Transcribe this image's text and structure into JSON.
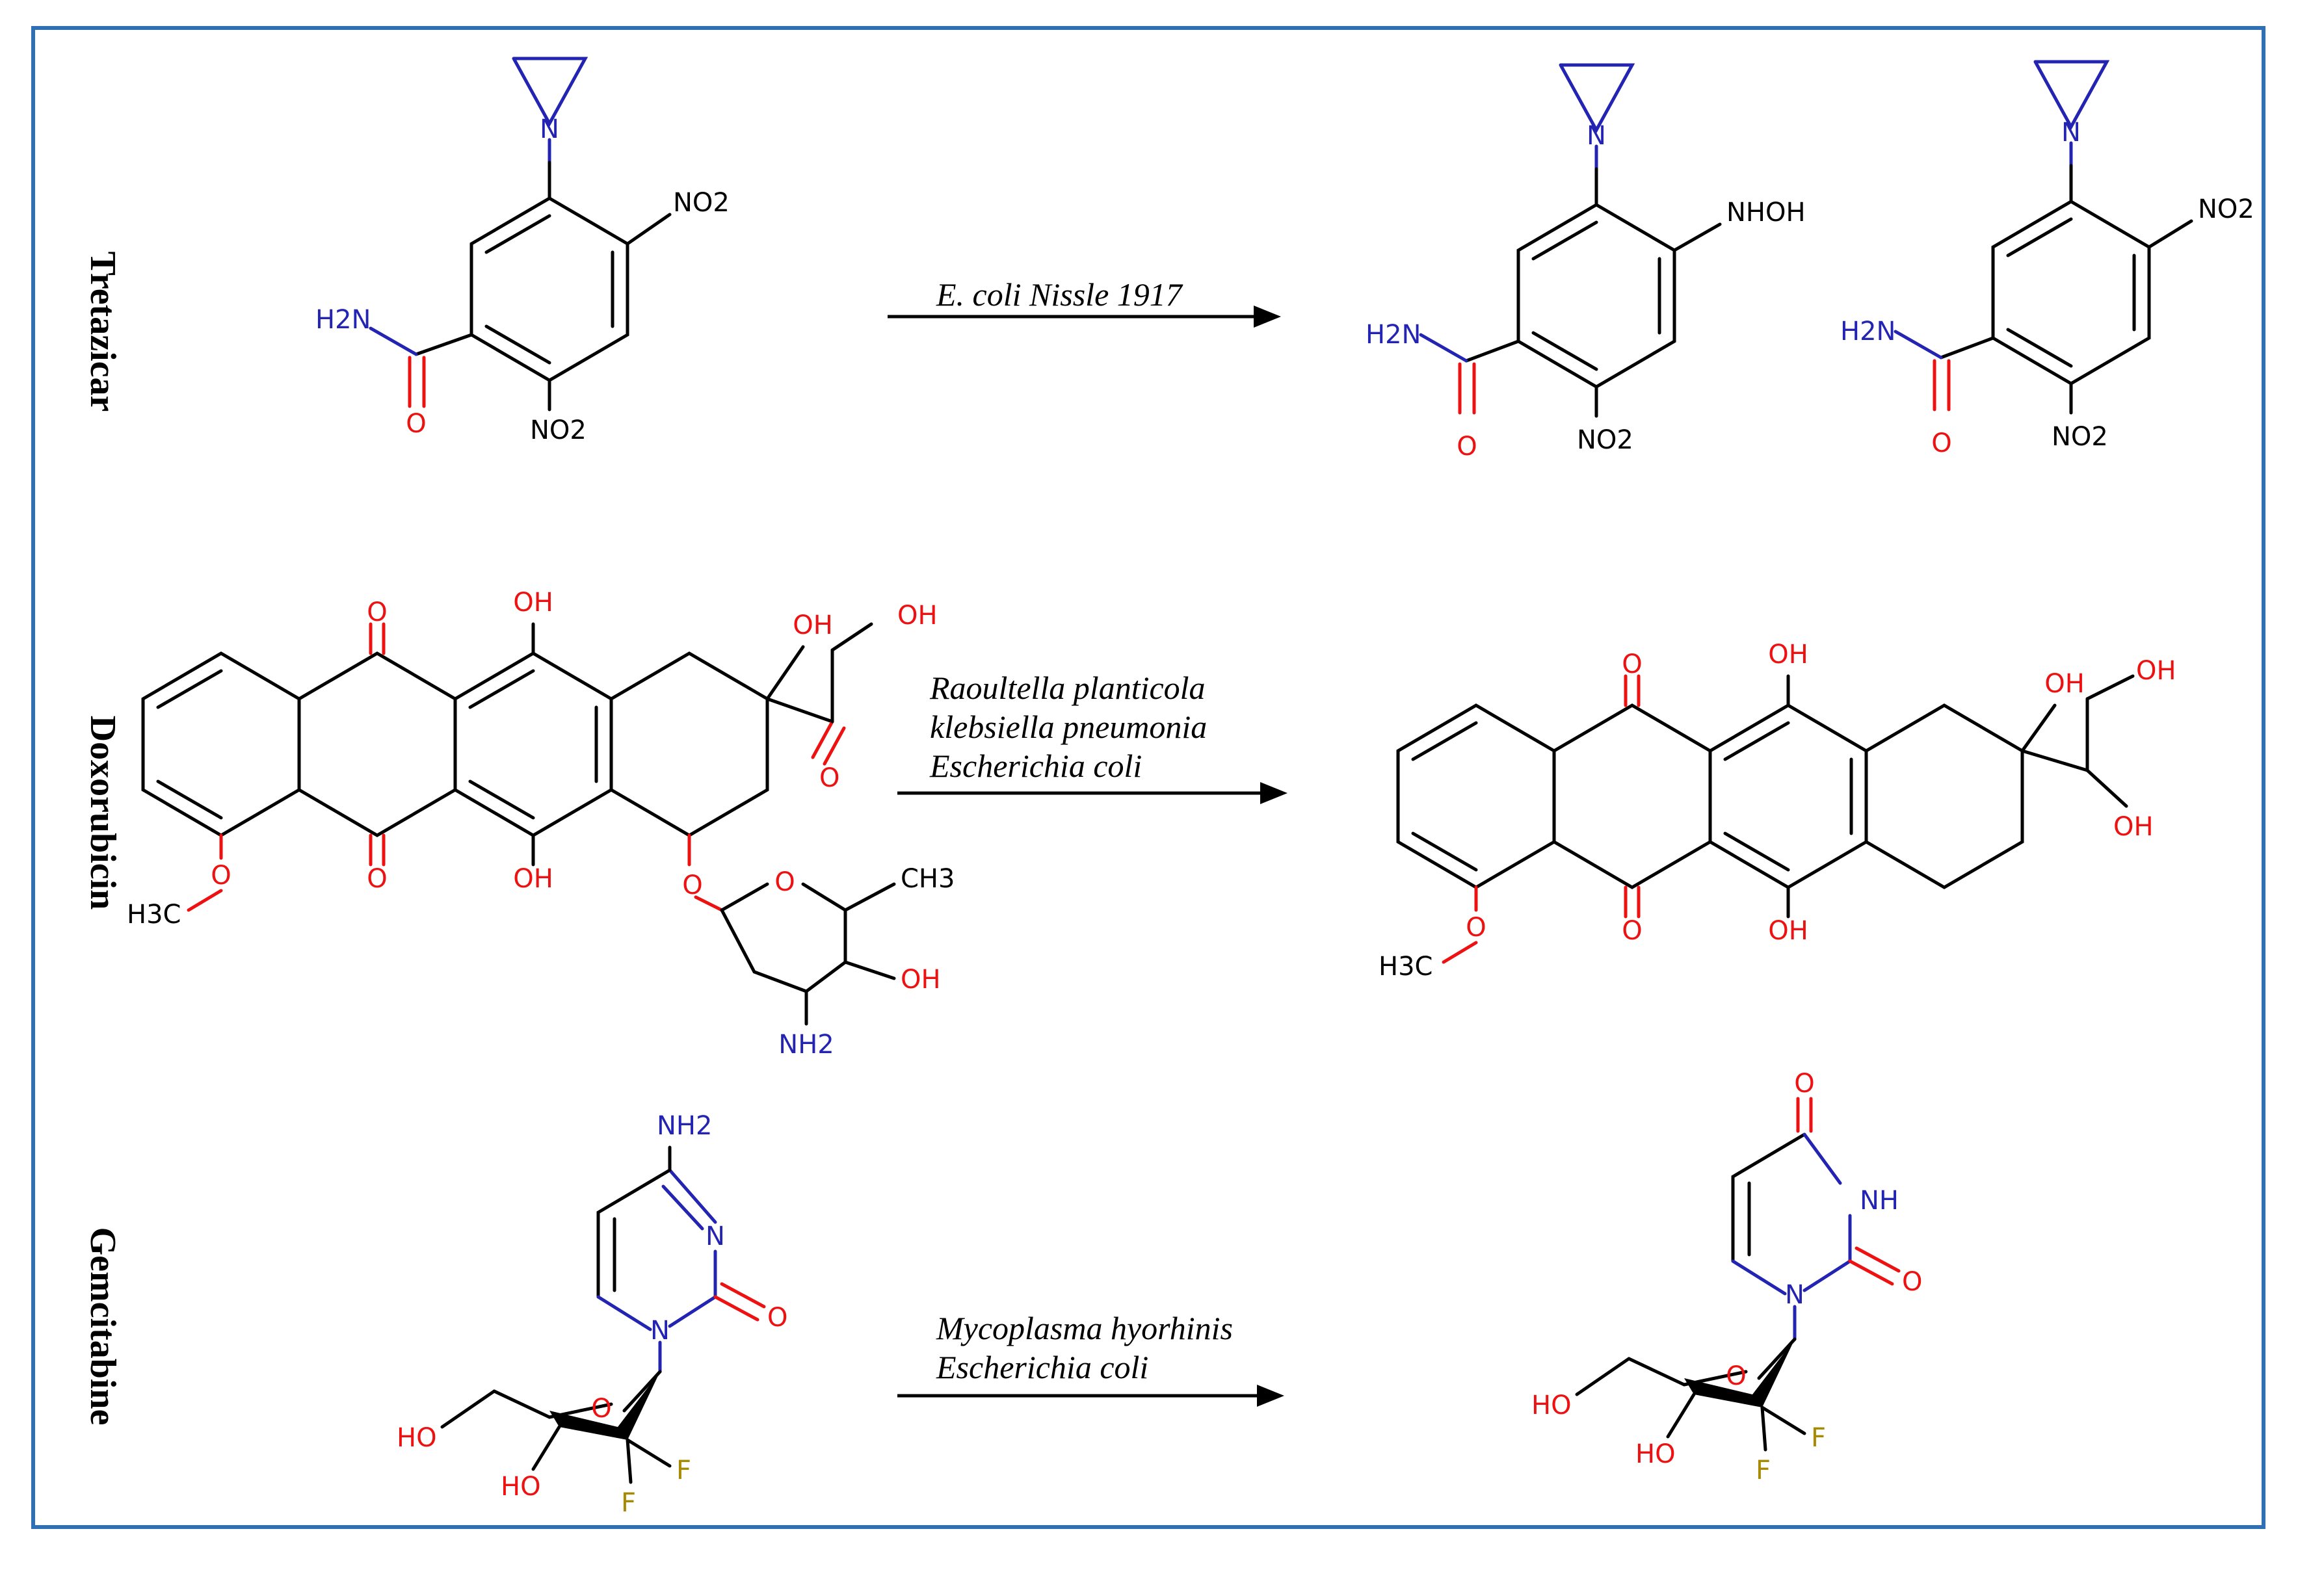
{
  "rows": [
    {
      "drug": "Tretazicar",
      "organisms": [
        "E. coli Nissle 1917"
      ]
    },
    {
      "drug": "Doxorubicin",
      "organisms": [
        "Raoultella planticola",
        "klebsiella pneumonia",
        "Escherichia coli"
      ]
    },
    {
      "drug": "Gemcitabine",
      "organisms": [
        "Mycoplasma hyorhinis",
        "Escherichia coli"
      ]
    }
  ],
  "atoms": {
    "N": "N",
    "H2N": "H2N",
    "NO2": "NO2",
    "NHOH": "NHOH",
    "O": "O",
    "OH": "OH",
    "H3C": "H3C",
    "CH3": "CH3",
    "NH2": "NH2",
    "NH": "NH",
    "HO": "HO",
    "F": "F"
  },
  "colors": {
    "frame": "#2f6fb4",
    "nitrogen": "#2424b3",
    "oxygen": "#ee1111",
    "fluorine": "#a88a00"
  }
}
